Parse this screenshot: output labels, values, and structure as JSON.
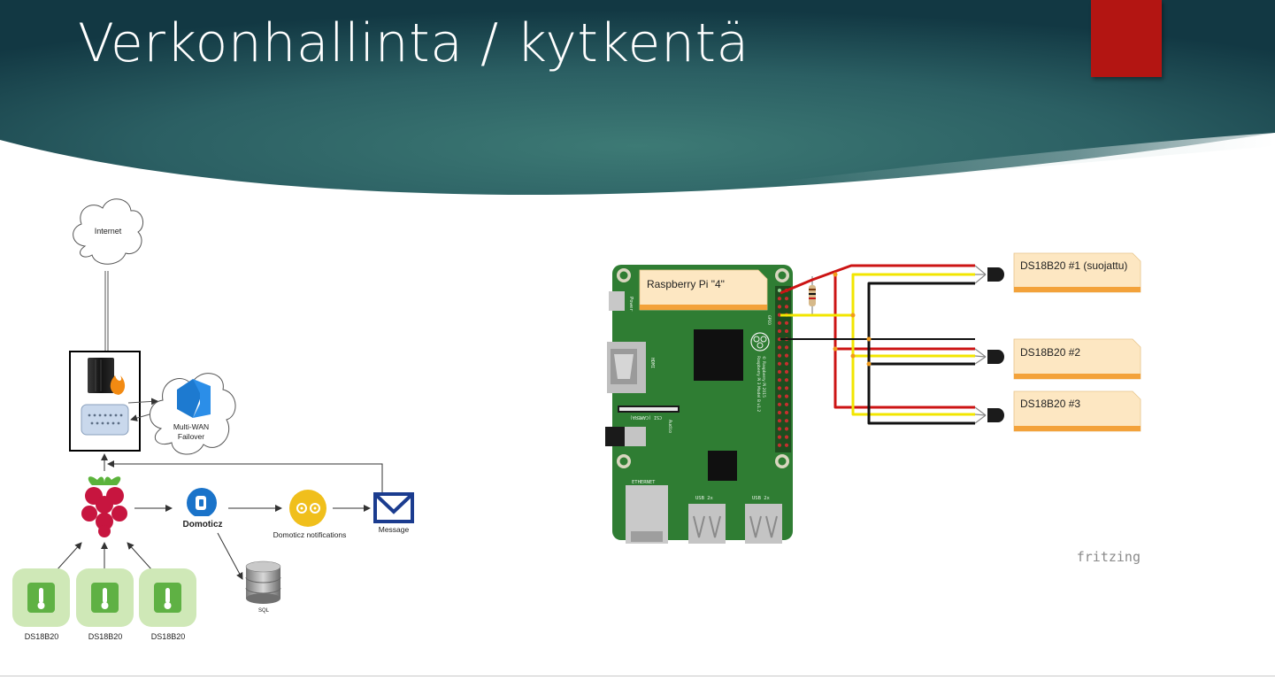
{
  "slide": {
    "title": "Verkonhallinta / kytkentä"
  },
  "network_diagram": {
    "internet_label": "Internet",
    "failover_label_line1": "Multi-WAN",
    "failover_label_line2": "Failover",
    "domoticz_logo_text": "Domoticz",
    "notifications_label": "Domoticz notifications",
    "message_label": "Message",
    "sql_label": "SQL",
    "sensors": [
      "DS18B20",
      "DS18B20",
      "DS18B20"
    ]
  },
  "wiring_diagram": {
    "board_note": "Raspberry Pi \"4\"",
    "board_silkscreen": {
      "power": "Power",
      "hdmi": "HDMI",
      "camera": "CSI (CAMERA)",
      "audio": "Audio",
      "ethernet": "ETHERNET",
      "usb_1": "USB 2x",
      "usb_2": "USB 2x",
      "gpio": "GPIO",
      "model_line1": "Raspberry Pi 3 Model B v1.2",
      "model_line2": "© Raspberry Pi 2015"
    },
    "sensor_notes": [
      "DS18B20 #1 (suojattu)",
      "DS18B20 #2",
      "DS18B20 #3"
    ],
    "watermark": "fritzing"
  },
  "colors": {
    "header_teal": "#2f6a69",
    "header_dark": "#143c46",
    "accent_red": "#b31512",
    "board_green": "#2e7d32",
    "wire_red": "#cc1414",
    "wire_yellow": "#f2e600",
    "wire_black": "#111111",
    "note_fill": "#fde7c2"
  }
}
